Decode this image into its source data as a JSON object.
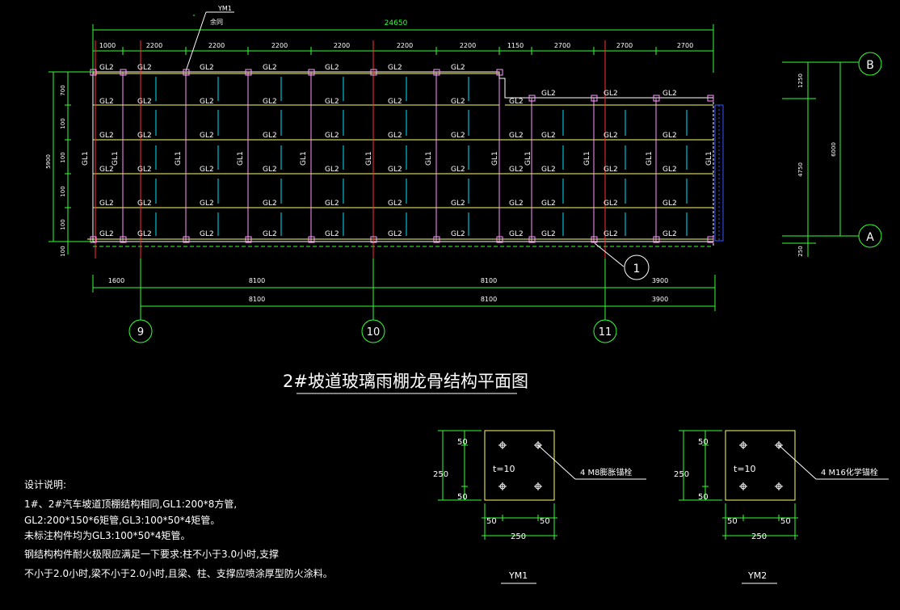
{
  "colors": {
    "background": "#000000",
    "dimension": "#33ff33",
    "axis_red": "#ff3030",
    "column_line": "#ff99ff",
    "beam_yellow": "#ffff66",
    "purlin_cyan": "#00e5ff",
    "text": "#ffffff",
    "edge_blue": "#3355ff"
  },
  "plan": {
    "title": "2#坡道玻璃雨棚龙骨结构平面图",
    "callout_ym1": "YM1",
    "callout_yutong": "余同",
    "total_width": "24650",
    "top_dims": [
      "1000",
      "2200",
      "2200",
      "2200",
      "2200",
      "2200",
      "1150",
      "2700",
      "2700"
    ],
    "bottom_dims_row1": [
      "1600",
      "8100",
      "8100",
      "3900"
    ],
    "bottom_dims_row2": [
      "8100",
      "8100",
      "3900"
    ],
    "left_total": "5900",
    "left_dims": [
      "700",
      "100",
      "100",
      "100",
      "100",
      "100"
    ],
    "right_dims": [
      "1250",
      "4750",
      "6000",
      "250"
    ],
    "gl2_label": "GL2",
    "gl1_label": "GL1",
    "axis_labels": {
      "a9": "9",
      "a10": "10",
      "a11": "11",
      "aA": "A",
      "aB": "B",
      "c1": "1"
    }
  },
  "notes": {
    "heading": "设计说明:",
    "lines": [
      "1#、2#汽车坡道顶棚结构相同,GL1:200*8方管,",
      "GL2:200*150*6矩管,GL3:100*50*4矩管。",
      "未标注构件均为GL3:100*50*4矩管。",
      "钢结构构件耐火极限应满足一下要求:柱不小于3.0小时,支撑",
      "不小于2.0小时,梁不小于2.0小时,且梁、柱、支撑应喷涂厚型防火涂料。"
    ]
  },
  "ym1": {
    "name": "YM1",
    "thickness": "t=10",
    "anchor": "4 M8膨胀锚栓",
    "dim_side": "250",
    "dim_edge_top": "50",
    "dim_edge_bottom": "50",
    "dim_bottom_left": "50",
    "dim_bottom_right": "50",
    "dim_bottom_total": "250"
  },
  "ym2": {
    "name": "YM2",
    "thickness": "t=10",
    "anchor": "4 M16化学锚栓",
    "dim_side": "250",
    "dim_edge_top": "50",
    "dim_edge_bottom": "50",
    "dim_bottom_left": "50",
    "dim_bottom_right": "50",
    "dim_bottom_total": "250"
  }
}
